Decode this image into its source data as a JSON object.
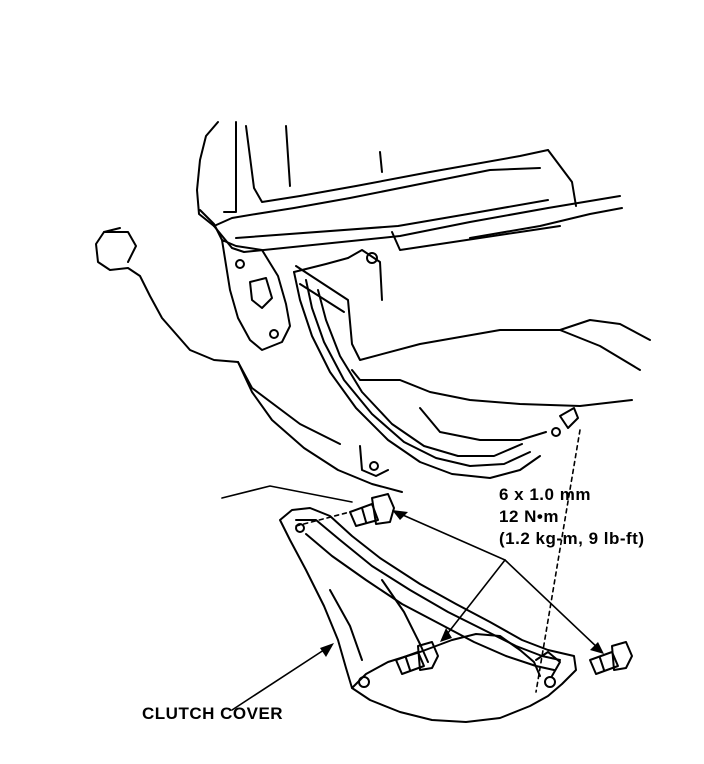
{
  "annotations": {
    "bolt_size": "6 x 1.0 mm",
    "torque_nm": "12 N•m",
    "torque_alt": "(1.2 kg-m, 9 lb-ft)",
    "part_label": "CLUTCH COVER"
  },
  "colors": {
    "ink": "#000000",
    "paper": "#ffffff"
  }
}
